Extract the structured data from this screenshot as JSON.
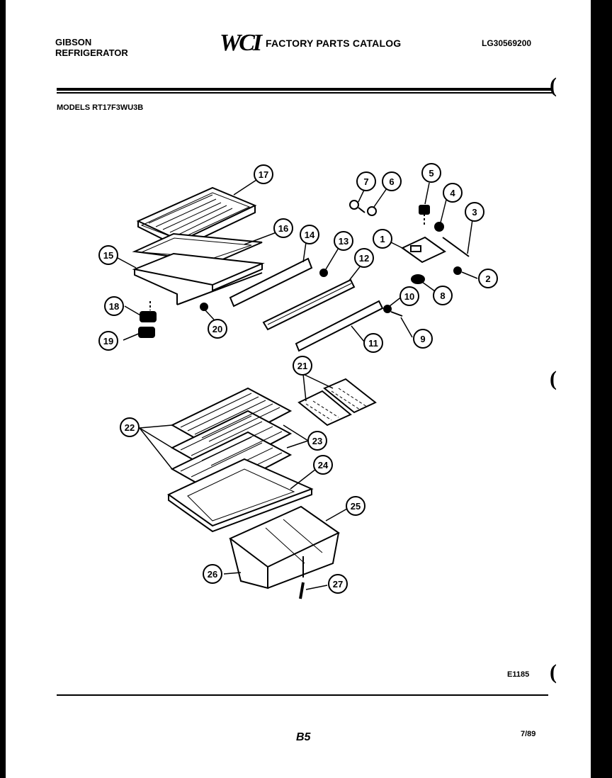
{
  "header": {
    "brand_line1": "GIBSON",
    "brand_line2": "REFRIGERATOR",
    "logo": "WCI",
    "catalog_title": "FACTORY PARTS CATALOG",
    "catalog_number": "LG30569200",
    "models_label": "MODELS RT17F3WU3B"
  },
  "footer": {
    "figure_code": "E1185",
    "page_number": "B5",
    "date": "7/89"
  },
  "callouts": [
    "1",
    "2",
    "3",
    "4",
    "5",
    "6",
    "7",
    "8",
    "9",
    "10",
    "11",
    "12",
    "13",
    "14",
    "15",
    "16",
    "17",
    "18",
    "19",
    "20",
    "21",
    "22",
    "23",
    "24",
    "25",
    "26",
    "27"
  ],
  "margin_marks": [
    "(",
    "(",
    "("
  ]
}
